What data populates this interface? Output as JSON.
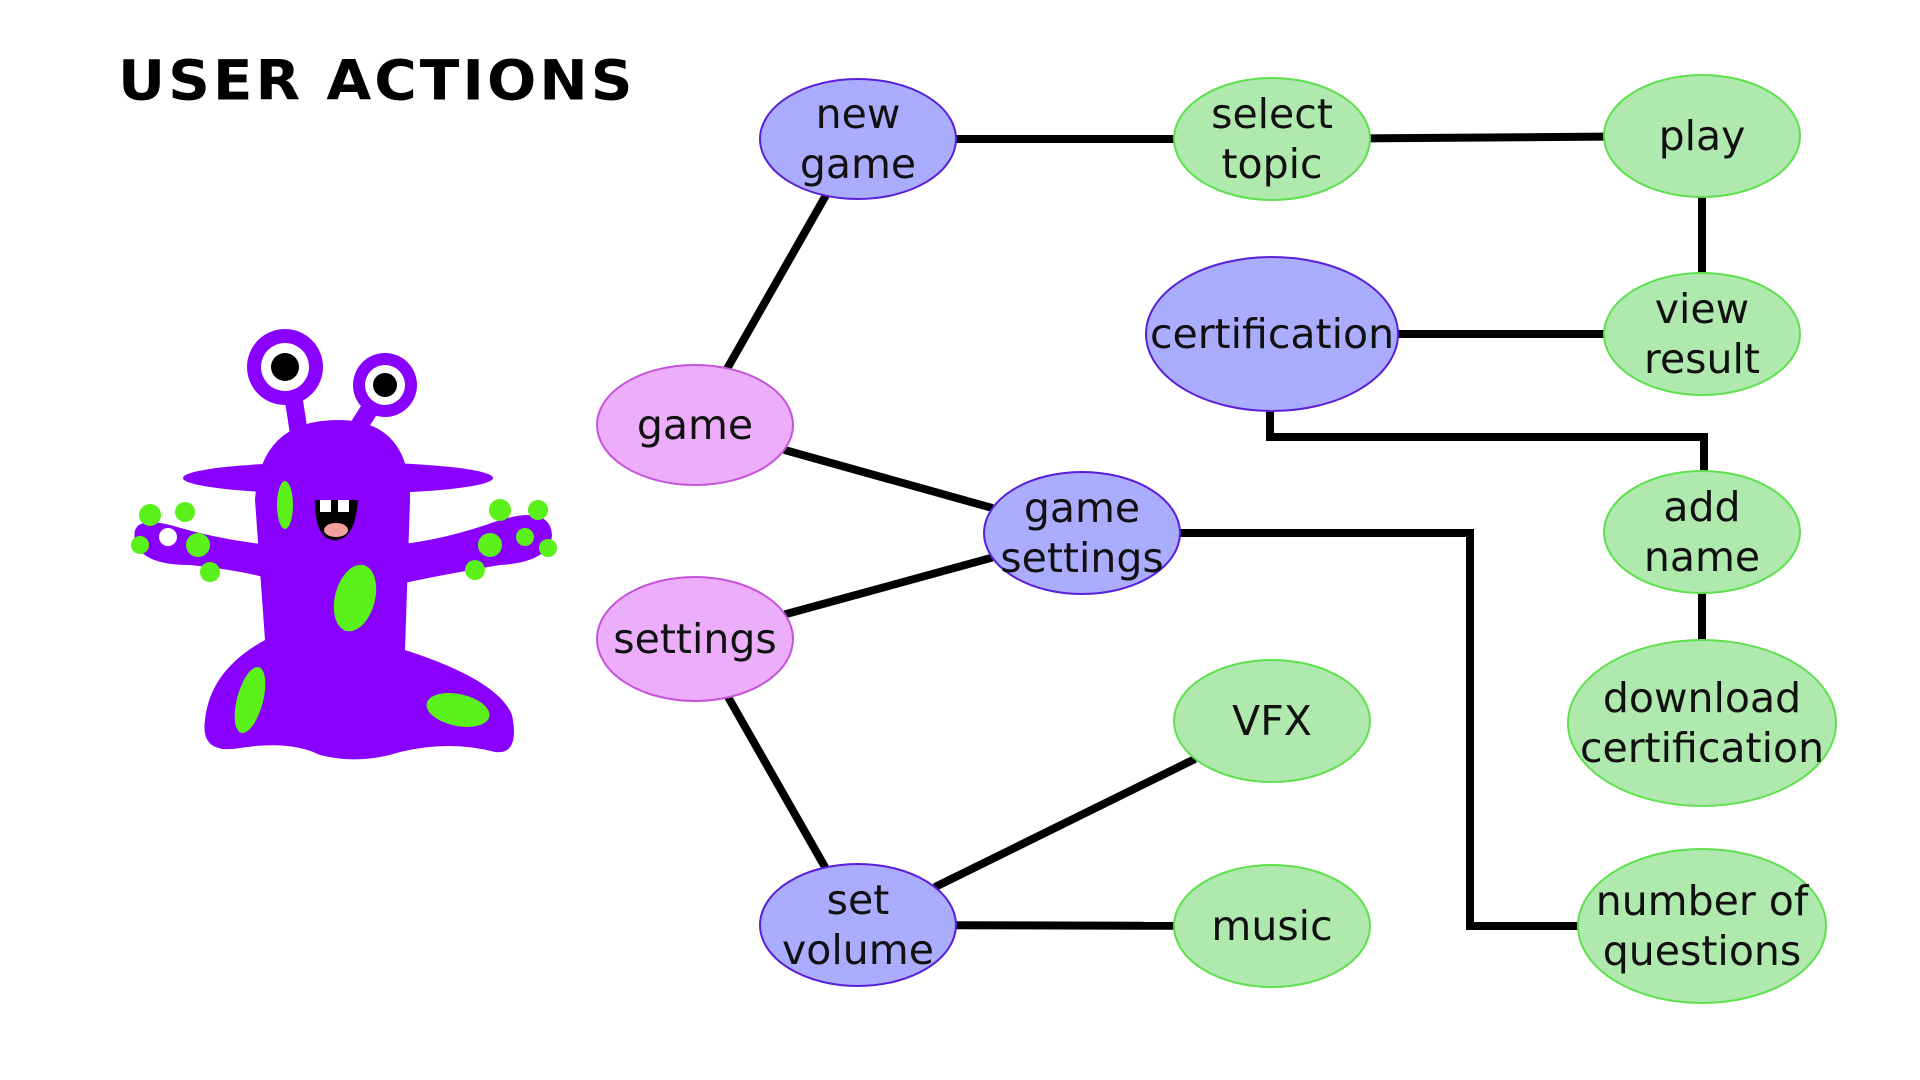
{
  "title": "USER ACTIONS",
  "colors": {
    "pink_fill": "#ecaefb",
    "pink_stroke": "#c653dc",
    "blue_fill": "#aaacfd",
    "blue_stroke": "#5a1fd8",
    "green_fill": "#b0e9ad",
    "green_stroke": "#5fe04f",
    "line": "#000000",
    "monster_body": "#8a00ff",
    "monster_spot": "#5af01a"
  },
  "nodes": {
    "game": {
      "label": [
        "game"
      ]
    },
    "settings": {
      "label": [
        "settings"
      ]
    },
    "new_game": {
      "label": [
        "new",
        "game"
      ]
    },
    "game_settings": {
      "label": [
        "game",
        "settings"
      ]
    },
    "set_volume": {
      "label": [
        "set",
        "volume"
      ]
    },
    "select_topic": {
      "label": [
        "select",
        "topic"
      ]
    },
    "play": {
      "label": [
        "play"
      ]
    },
    "certification": {
      "label": [
        "certification"
      ]
    },
    "view_result": {
      "label": [
        "view",
        "result"
      ]
    },
    "add_name": {
      "label": [
        "add",
        "name"
      ]
    },
    "download_cert": {
      "label": [
        "download",
        "certification"
      ]
    },
    "vfx": {
      "label": [
        "VFX"
      ]
    },
    "music": {
      "label": [
        "music"
      ]
    },
    "num_questions": {
      "label": [
        "number of",
        "questions"
      ]
    }
  },
  "edges": [
    [
      "game",
      "new_game"
    ],
    [
      "game",
      "game_settings"
    ],
    [
      "settings",
      "game_settings"
    ],
    [
      "settings",
      "set_volume"
    ],
    [
      "new_game",
      "select_topic"
    ],
    [
      "select_topic",
      "play"
    ],
    [
      "play",
      "view_result"
    ],
    [
      "certification",
      "view_result"
    ],
    [
      "certification",
      "add_name"
    ],
    [
      "add_name",
      "download_cert"
    ],
    [
      "game_settings",
      "num_questions"
    ],
    [
      "set_volume",
      "vfx"
    ],
    [
      "set_volume",
      "music"
    ]
  ],
  "mascot": {
    "icon": "purple-monster-icon"
  }
}
